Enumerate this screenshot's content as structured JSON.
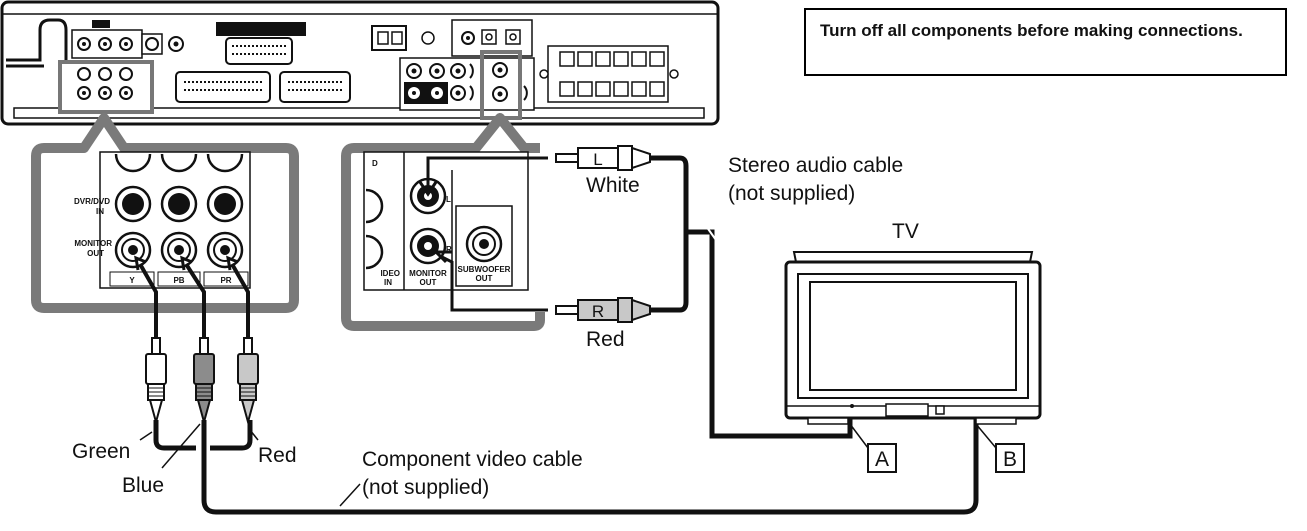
{
  "notice": "Turn off all components before making connections.",
  "panel_labels": {
    "dvr_dvd_in": [
      "DVR/DVD",
      "IN"
    ],
    "monitor_out": [
      "MONITOR",
      "OUT"
    ],
    "jack_y": "Y",
    "jack_pb": "PB",
    "jack_pr": "PR",
    "jack_l": "L",
    "jack_r": "R",
    "audio_monitor_out": [
      "MONITOR",
      "OUT"
    ],
    "subwoofer_out": [
      "SUBWOOFER",
      "OUT"
    ],
    "video_in_fragment": [
      "IDEO",
      "IN"
    ],
    "d_fragment": "D"
  },
  "plug_labels": {
    "white": "White",
    "red_audio": "Red",
    "green": "Green",
    "blue": "Blue",
    "red_video": "Red",
    "plug_l": "L",
    "plug_r": "R"
  },
  "cables": {
    "stereo_audio": [
      "Stereo audio cable",
      "(not supplied)"
    ],
    "component_video": [
      "Component video cable",
      "(not supplied)"
    ]
  },
  "tv": {
    "label": "TV",
    "terminal_a": "A",
    "terminal_b": "B"
  },
  "colors": {
    "line": "#111111",
    "callout_frame": "#7a7a7a",
    "receiver_body": "#ffffff",
    "blue_plug": "#8c8c8c",
    "red_plug": "#c8c8c8"
  }
}
